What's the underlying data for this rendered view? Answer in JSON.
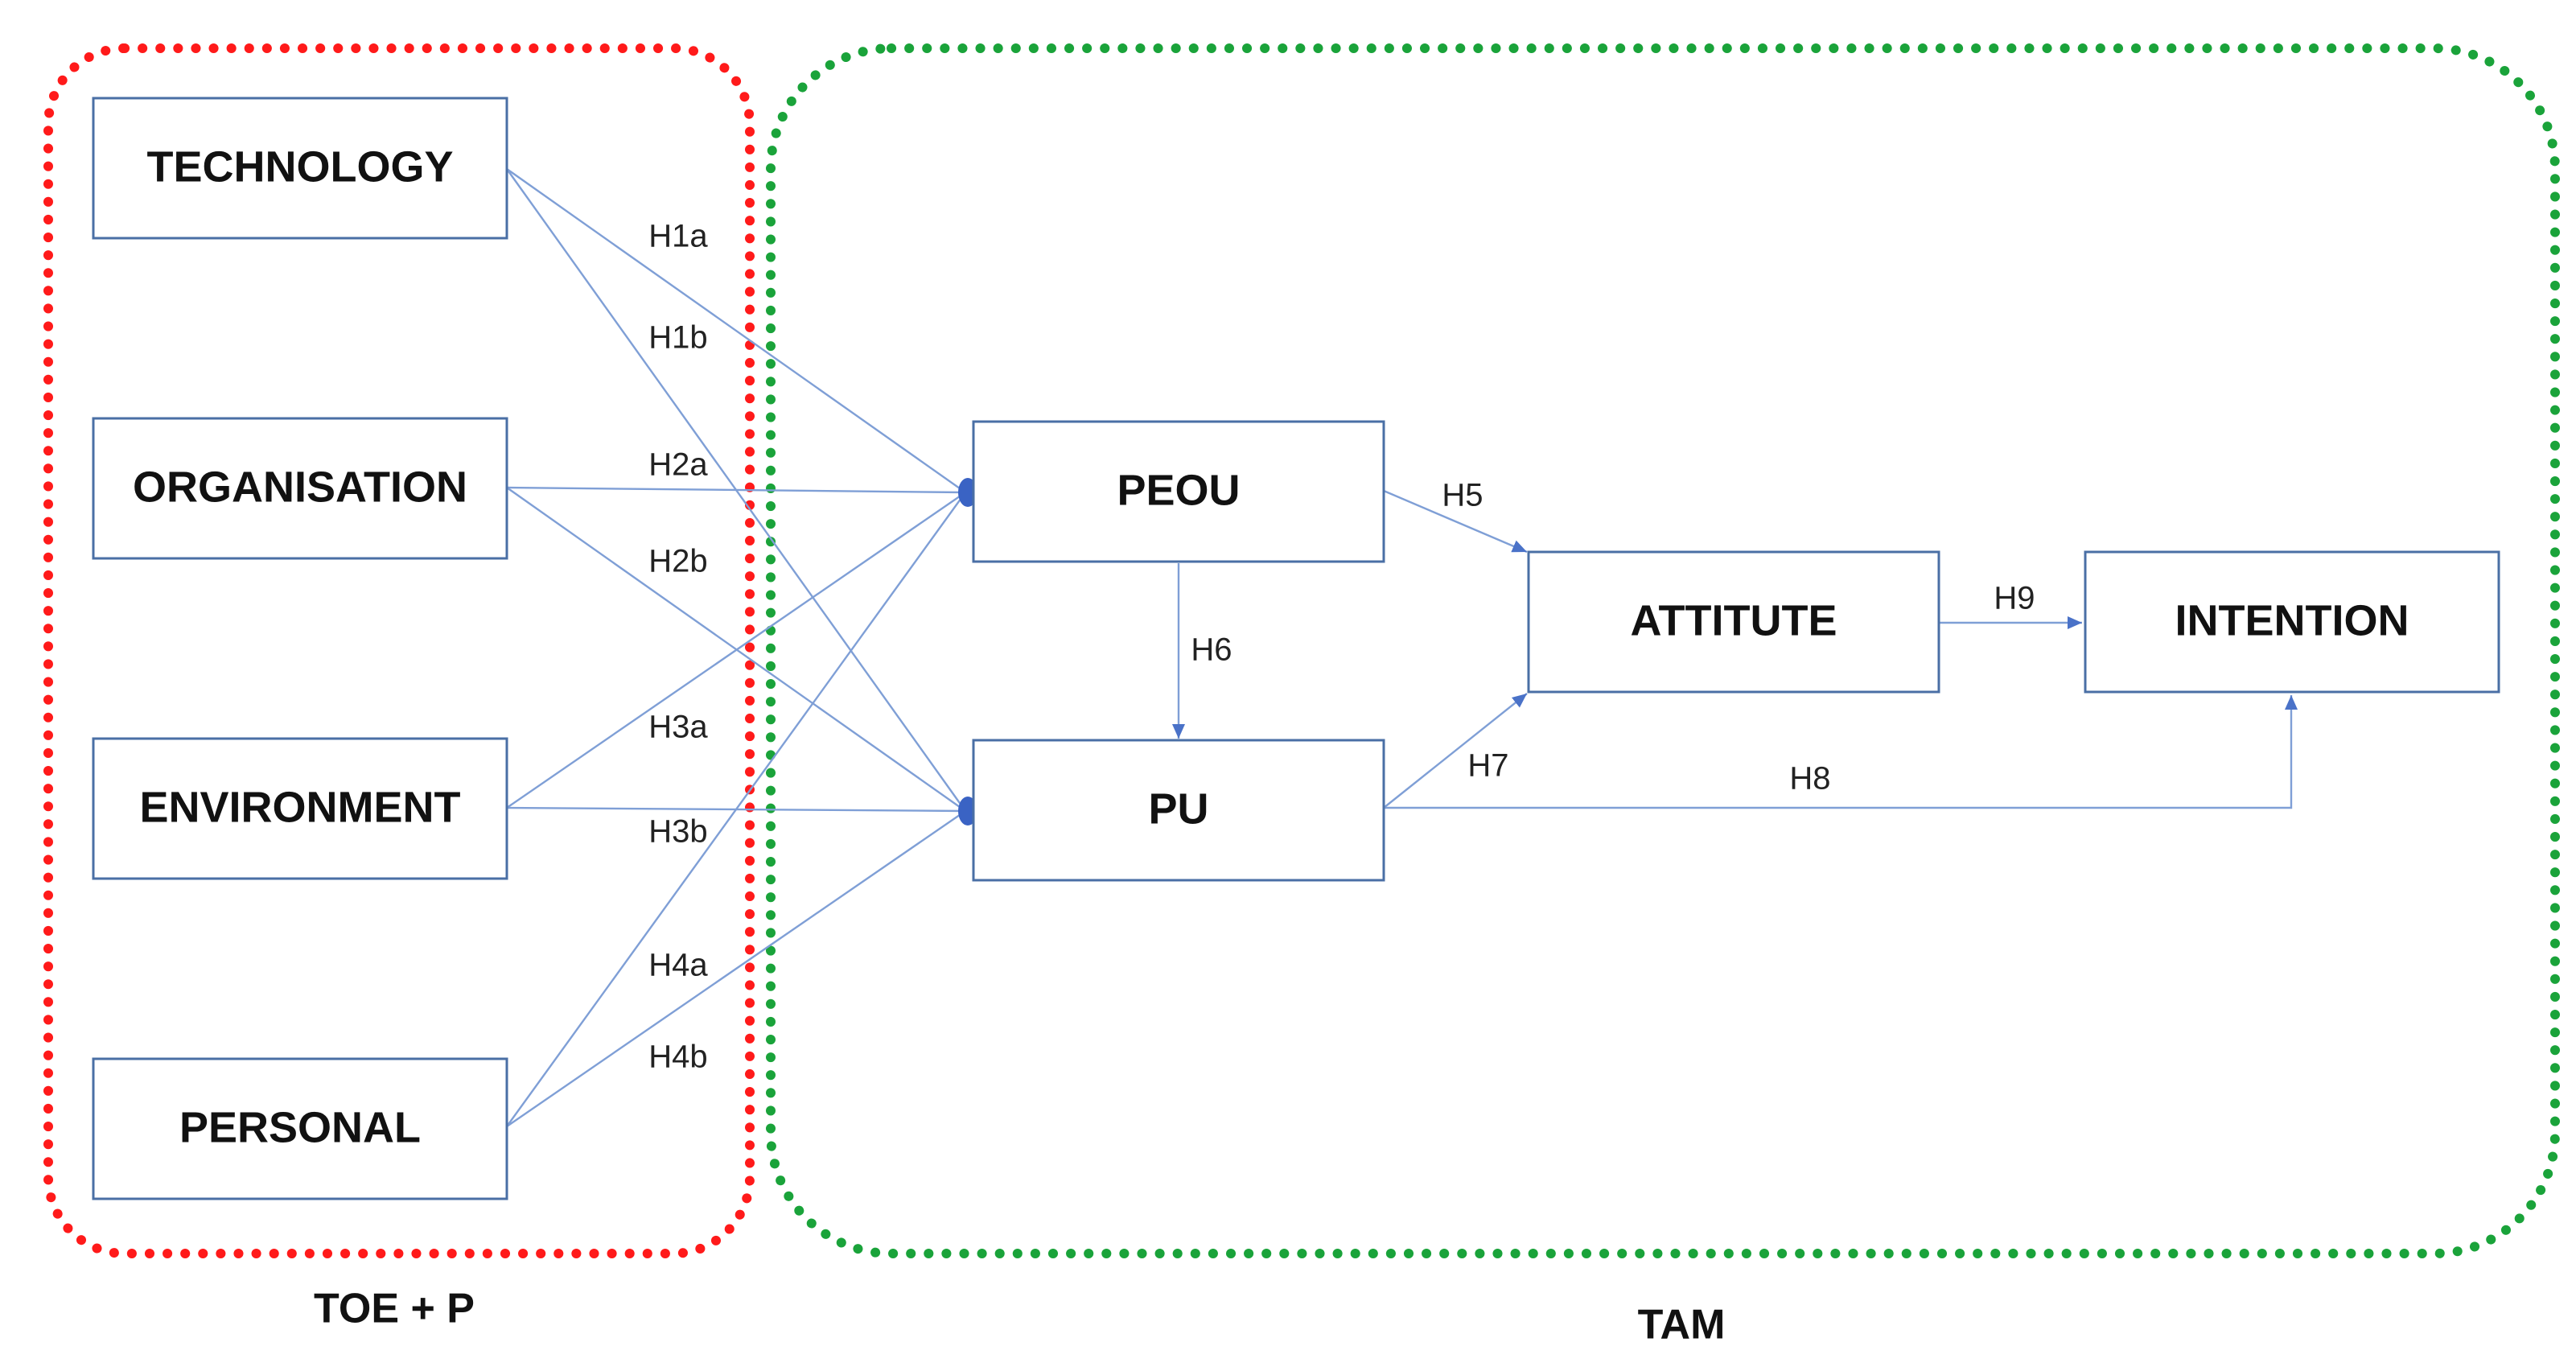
{
  "groups": {
    "toe_p": "TOE + P",
    "tam": "TAM"
  },
  "nodes": {
    "technology": "TECHNOLOGY",
    "organisation": "ORGANISATION",
    "environment": "ENVIRONMENT",
    "personal": "PERSONAL",
    "peou": "PEOU",
    "pu": "PU",
    "attitute": "ATTITUTE",
    "intention": "INTENTION"
  },
  "hypotheses": {
    "h1a": "H1a",
    "h1b": "H1b",
    "h2a": "H2a",
    "h2b": "H2b",
    "h3a": "H3a",
    "h3b": "H3b",
    "h4a": "H4a",
    "h4b": "H4b",
    "h5": "H5",
    "h6": "H6",
    "h7": "H7",
    "h8": "H8",
    "h9": "H9"
  },
  "colors": {
    "toe_border": "#ff1a1a",
    "tam_border": "#1aa33a",
    "box_border": "#4a6fa5",
    "arrow": "#7f9fd6",
    "junction": "#3a63c4"
  }
}
